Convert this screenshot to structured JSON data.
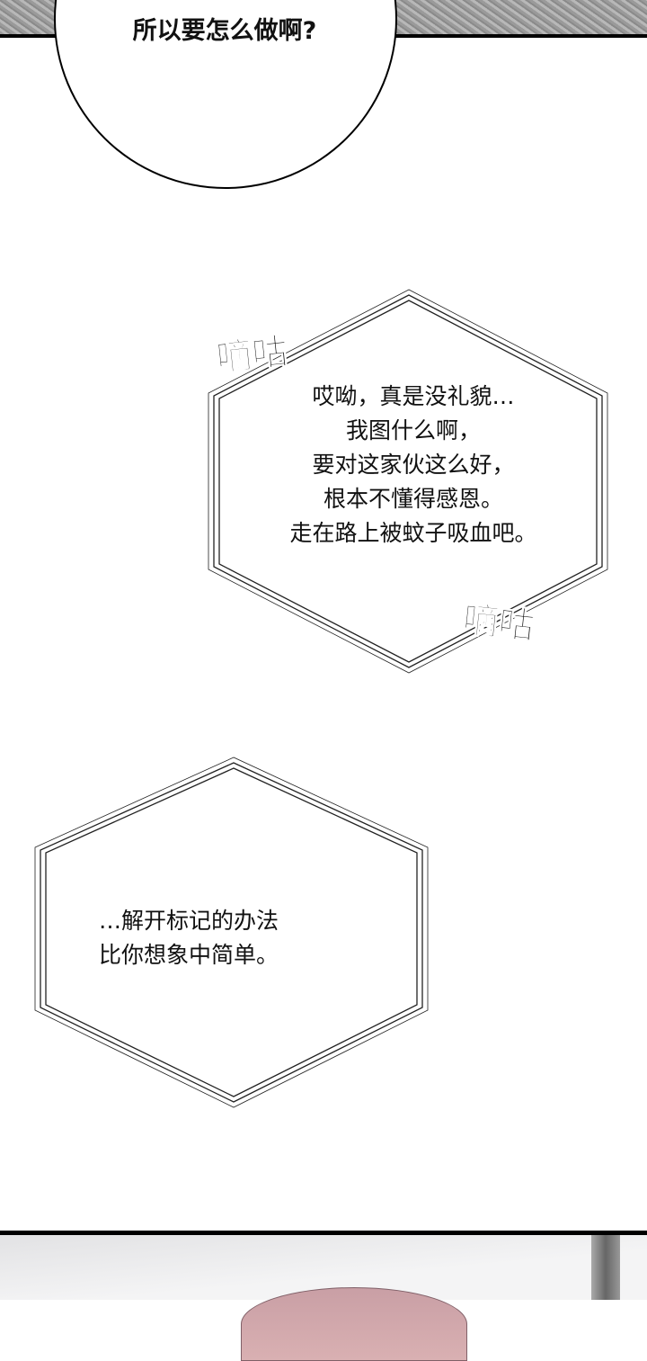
{
  "bubble_top": {
    "line": "所以要怎么做啊?"
  },
  "monologue_1": {
    "lines": [
      "哎呦，真是没礼貌…",
      "我图什么啊，",
      "要对这家伙这么好，",
      "根本不懂得感恩。",
      "走在路上被蚊子吸血吧。"
    ],
    "sfx_1": "嘀咕",
    "sfx_2": "嘀咕"
  },
  "monologue_2": {
    "lines": [
      "…解开标记的办法",
      "比你想象中简单。"
    ]
  }
}
